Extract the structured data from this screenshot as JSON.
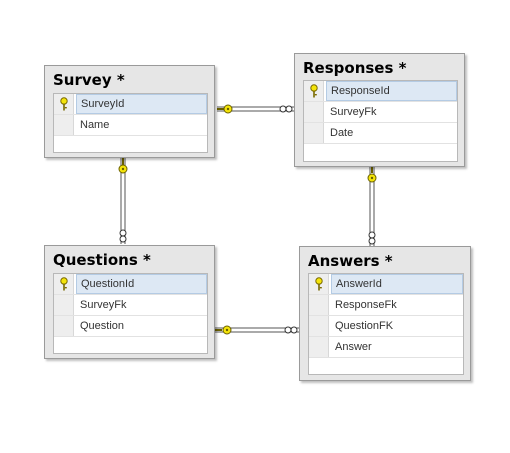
{
  "tables": {
    "survey": {
      "title": "Survey *",
      "columns": [
        "SurveyId",
        "Name"
      ]
    },
    "responses": {
      "title": "Responses *",
      "columns": [
        "ResponseId",
        "SurveyFk",
        "Date"
      ]
    },
    "questions": {
      "title": "Questions *",
      "columns": [
        "QuestionId",
        "SurveyFk",
        "Question"
      ]
    },
    "answers": {
      "title": "Answers *",
      "columns": [
        "AnswerId",
        "ResponseFk",
        "QuestionFK",
        "Answer"
      ]
    }
  },
  "relationships": [
    {
      "from": "Survey",
      "to": "Responses",
      "from_end": "one-key",
      "to_end": "many-infinity"
    },
    {
      "from": "Survey",
      "to": "Questions",
      "from_end": "one-key",
      "to_end": "many-infinity"
    },
    {
      "from": "Responses",
      "to": "Answers",
      "from_end": "one-key",
      "to_end": "many-infinity"
    },
    {
      "from": "Questions",
      "to": "Answers",
      "from_end": "one-key",
      "to_end": "many-infinity"
    }
  ],
  "colors": {
    "table_bg": "#e6e6e6",
    "pk_highlight": "#dde8f4",
    "key": "#e6c800"
  },
  "icons": {
    "primary_key": "key-icon",
    "one_end": "key-icon",
    "many_end": "infinity-icon"
  }
}
